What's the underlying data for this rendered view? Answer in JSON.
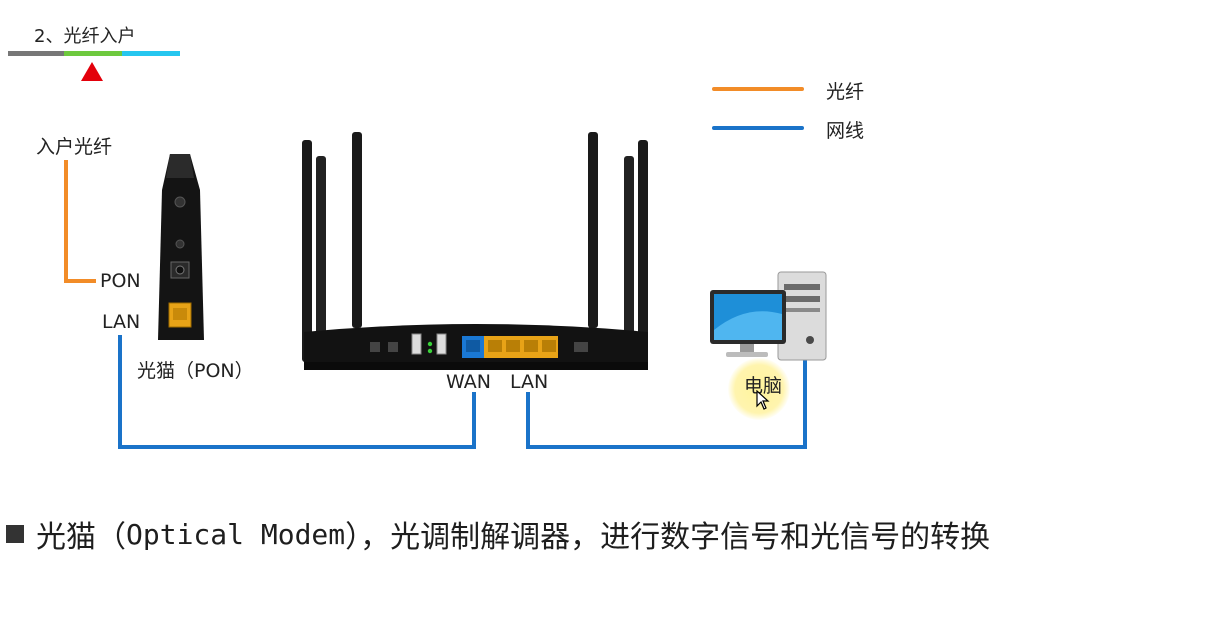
{
  "header": {
    "step_title": "2、光纤入户"
  },
  "progress": {
    "segment_colors": [
      "#777777",
      "#6ec93e",
      "#26c6ef"
    ],
    "marker_color": "#e3000b"
  },
  "legend": {
    "fiber": {
      "label": "光纤",
      "color": "#f28c28"
    },
    "cable": {
      "label": "网线",
      "color": "#1a73c9"
    }
  },
  "labels": {
    "incoming_fiber": "入户光纤",
    "pon_port": "PON",
    "lan_port": "LAN",
    "modem": "光猫（PON）",
    "router_wan": "WAN",
    "router_lan": "LAN",
    "computer": "电脑"
  },
  "caption": {
    "cn_prefix": "光猫（",
    "en_term": "Optical Modem",
    "cn_suffix": "），光调制解调器，进行数字信号和光信号的转换"
  }
}
